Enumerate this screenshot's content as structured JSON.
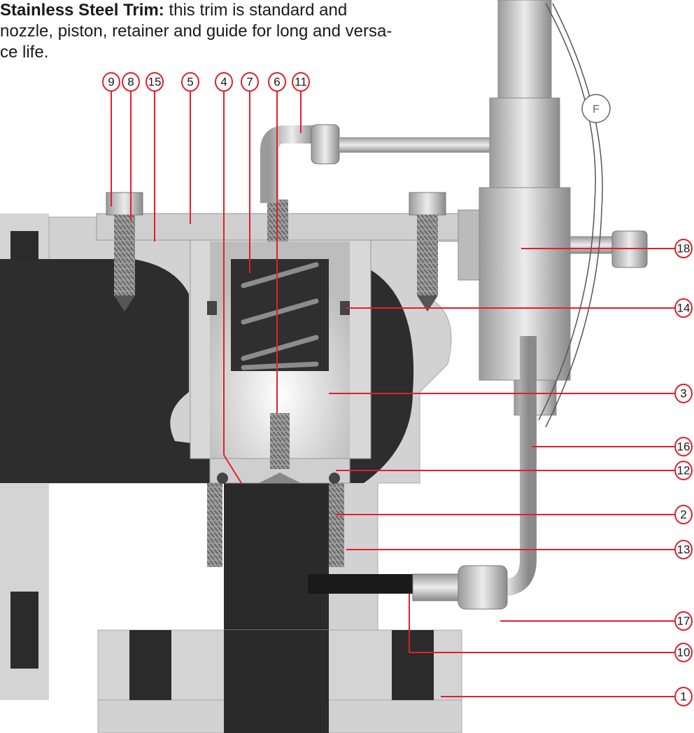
{
  "intro": {
    "line1_bold": "Stainless Steel Trim:",
    "line1_rest": " this trim is standard and",
    "line2": "nozzle, piston, retainer and guide for long and versa-",
    "line3": "ce life."
  },
  "callouts": {
    "top": [
      "9",
      "8",
      "15",
      "5",
      "4",
      "7",
      "6",
      "11"
    ],
    "right": [
      "18",
      "14",
      "3",
      "16",
      "12",
      "2",
      "13",
      "17",
      "10",
      "1"
    ]
  },
  "colors": {
    "callout": "#e0202b",
    "metal_light": "#d0d0d0",
    "metal_dark": "#2b2b2b",
    "steel": "#b8b8b8"
  }
}
